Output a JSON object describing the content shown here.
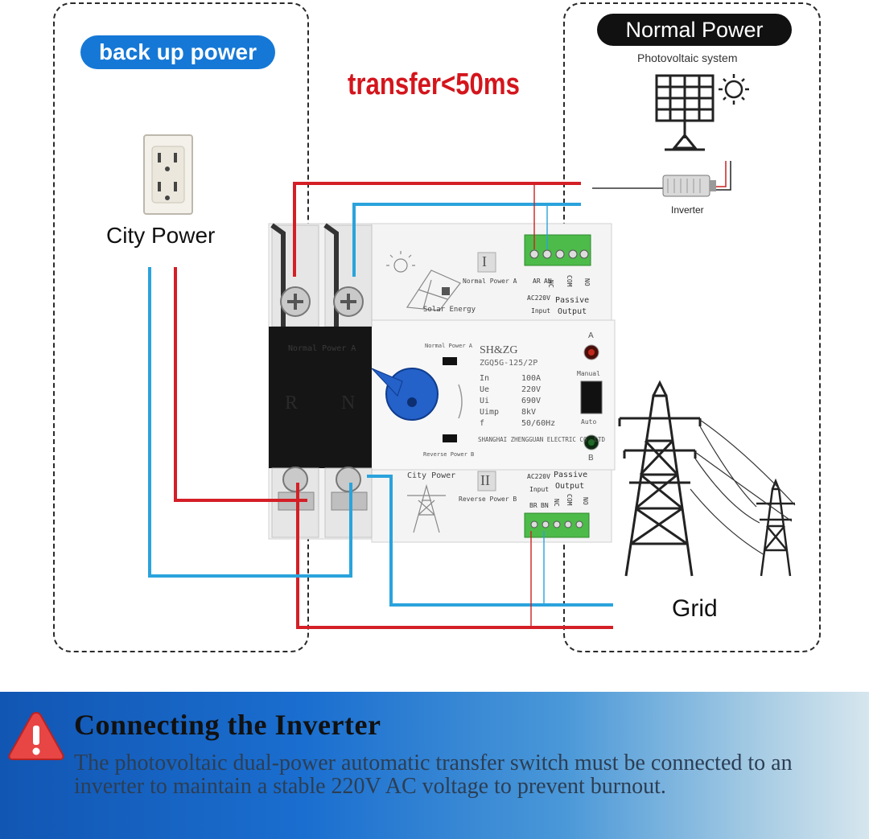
{
  "labels": {
    "backup_power": "back up power",
    "normal_power": "Normal Power",
    "photovoltaic_system": "Photovoltaic system",
    "transfer_time": "transfer<50ms",
    "city_power": "City Power",
    "inverter": "Inverter",
    "grid": "Grid"
  },
  "device": {
    "brand": "SH&ZG",
    "model": "ZGQ5G-125/2P",
    "specs": [
      {
        "key": "In",
        "value": "100A"
      },
      {
        "key": "Ue",
        "value": "220V"
      },
      {
        "key": "Ui",
        "value": "690V"
      },
      {
        "key": "Uimp",
        "value": "8kV"
      },
      {
        "key": "f",
        "value": "50/60Hz"
      }
    ],
    "manufacturer": "SHANGHAI ZHENGGUAN ELECTRIC CO.,LTD",
    "normal_power_a": "Normal Power A",
    "reverse_power_b": "Reverse Power B",
    "section_i": "I",
    "section_ii": "II",
    "solar_energy": "Solar Energy",
    "city_power_small": "City Power",
    "ac220v_input": "AC220V",
    "input": "Input",
    "passive": "Passive",
    "output": "Output",
    "terminals_top": [
      "AR",
      "AN",
      "NC",
      "COM",
      "NO"
    ],
    "terminals_bottom": [
      "BR",
      "BN",
      "NC",
      "COM",
      "NO"
    ],
    "manual": "Manual",
    "auto": "Auto",
    "indicator_a": "A",
    "indicator_b": "B",
    "left_letters": [
      "R",
      "N"
    ],
    "black_panel_label": "Normal Power A"
  },
  "banner": {
    "title": "Connecting the Inverter",
    "body": "The photovoltaic dual-power automatic transfer switch must be connected to an inverter to maintain a stable 220V AC voltage to prevent burnout."
  },
  "colors": {
    "wire_red": "#d41f26",
    "wire_blue": "#2aa3dc",
    "pill_blue": "#1578d6",
    "title_red": "#d4151c",
    "handle_blue": "#1f5cc4"
  }
}
